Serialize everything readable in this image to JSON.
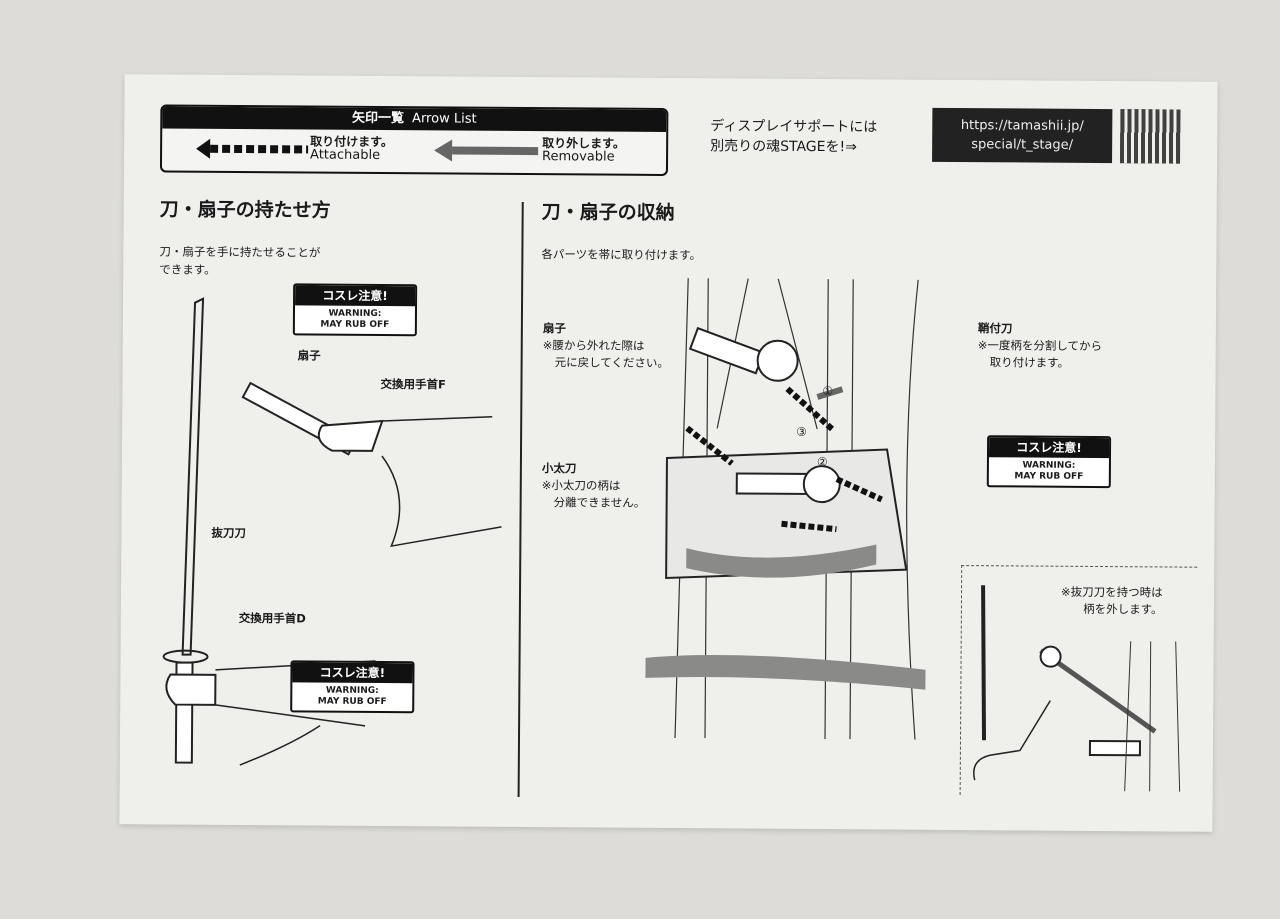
{
  "arrow_list": {
    "title_jp": "矢印一覧",
    "title_en": "Arrow List",
    "attach_jp": "取り付けます。",
    "attach_en": "Attachable",
    "remove_jp": "取り外します。",
    "remove_en": "Removable"
  },
  "promo": {
    "line1": "ディスプレイサポートには",
    "line2": "別売りの魂STAGEを!⇒",
    "url_line1": "https://tamashii.jp/",
    "url_line2": "special/t_stage/"
  },
  "left": {
    "heading": "刀・扇子の持たせ方",
    "desc_line1": "刀・扇子を手に持たせることが",
    "desc_line2": "できます。",
    "label_fan": "扇子",
    "label_wrist_f": "交換用手首F",
    "label_batto": "抜刀刀",
    "label_wrist_d": "交換用手首D"
  },
  "warning": {
    "title": "コスレ注意!",
    "line1": "WARNING:",
    "line2": "MAY RUB OFF"
  },
  "right": {
    "heading": "刀・扇子の収納",
    "desc": "各パーツを帯に取り付けます。",
    "fan": "扇子",
    "fan_note1": "※腰から外れた際は",
    "fan_note2": "元に戻してください。",
    "saya": "鞘付刀",
    "saya_note1": "※一度柄を分割してから",
    "saya_note2": "取り付けます。",
    "kodachi": "小太刀",
    "kodachi_note1": "※小太刀の柄は",
    "kodachi_note2": "分離できません。",
    "inset_note1": "※抜刀刀を持つ時は",
    "inset_note2": "柄を外します。",
    "step1": "①",
    "step2": "②",
    "step3": "③"
  }
}
